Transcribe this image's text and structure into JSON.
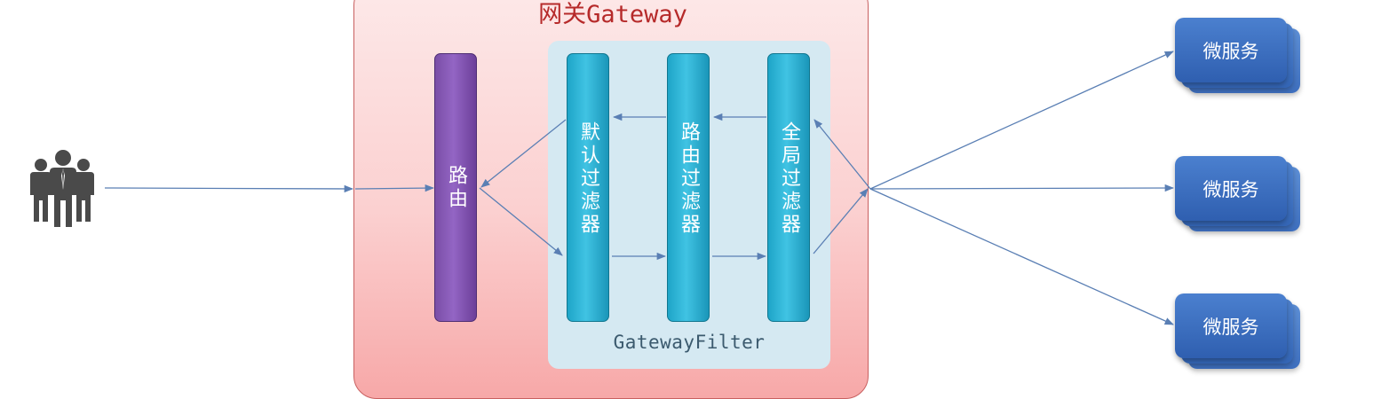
{
  "gateway": {
    "title": "网关Gateway"
  },
  "route": {
    "label": "路由"
  },
  "filters": {
    "group_label": "GatewayFilter",
    "items": [
      {
        "label": "默认过滤器"
      },
      {
        "label": "路由过滤器"
      },
      {
        "label": "全局过滤器"
      }
    ]
  },
  "services": [
    {
      "label": "微服务"
    },
    {
      "label": "微服务"
    },
    {
      "label": "微服务"
    }
  ],
  "colors": {
    "gateway_bg": "#fbd0d0",
    "gateway_title": "#b62a2a",
    "route_bar": "#7a4ea6",
    "filter_bar": "#2cb2d6",
    "filter_group_bg": "#d5e9f2",
    "service_box": "#3e6fbe",
    "connector": "#5a7fb4",
    "users_icon": "#4a4a4a"
  },
  "icons": {
    "client": "users-group-icon"
  }
}
